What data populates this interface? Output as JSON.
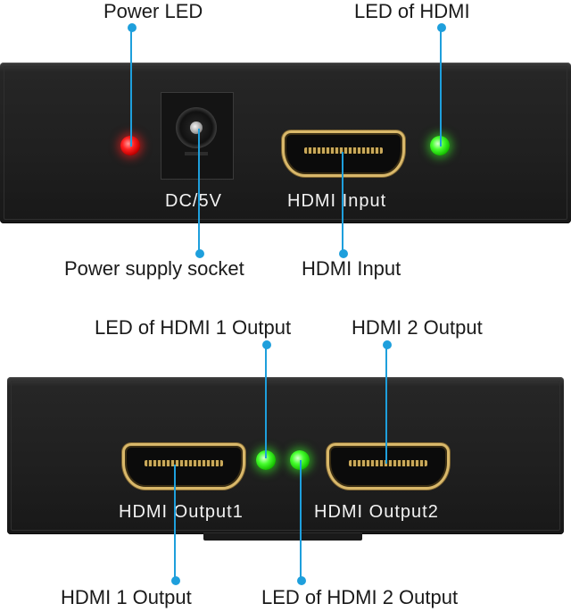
{
  "top_panel": {
    "callouts": {
      "power_led": "Power LED",
      "led_of_hdmi": "LED of HDMI",
      "power_supply_socket": "Power supply socket",
      "hdmi_input": "HDMI Input"
    },
    "printed_labels": {
      "dc": "DC/5V",
      "hdmi_input": "HDMI  Input"
    },
    "led_colors": {
      "power": "#ff2020",
      "hdmi": "#46ff2e"
    }
  },
  "bottom_panel": {
    "callouts": {
      "led_hdmi1_output": "LED of HDMI 1 Output",
      "hdmi2_output": "HDMI 2 Output",
      "hdmi1_output": "HDMI 1 Output",
      "led_hdmi2_output": "LED of HDMI 2 Output"
    },
    "printed_labels": {
      "output1": "HDMI  Output1",
      "output2": "HDMI  Output2"
    },
    "led_colors": {
      "output1": "#46ff2e",
      "output2": "#46ff2e"
    }
  },
  "colors": {
    "pointer_line": "#1e9fdc",
    "port_gold": "#d9b86a",
    "device_body": "#1f1f1f"
  },
  "icons": [
    "hdmi-port-icon",
    "dc-jack-icon",
    "led-indicator-icon"
  ]
}
